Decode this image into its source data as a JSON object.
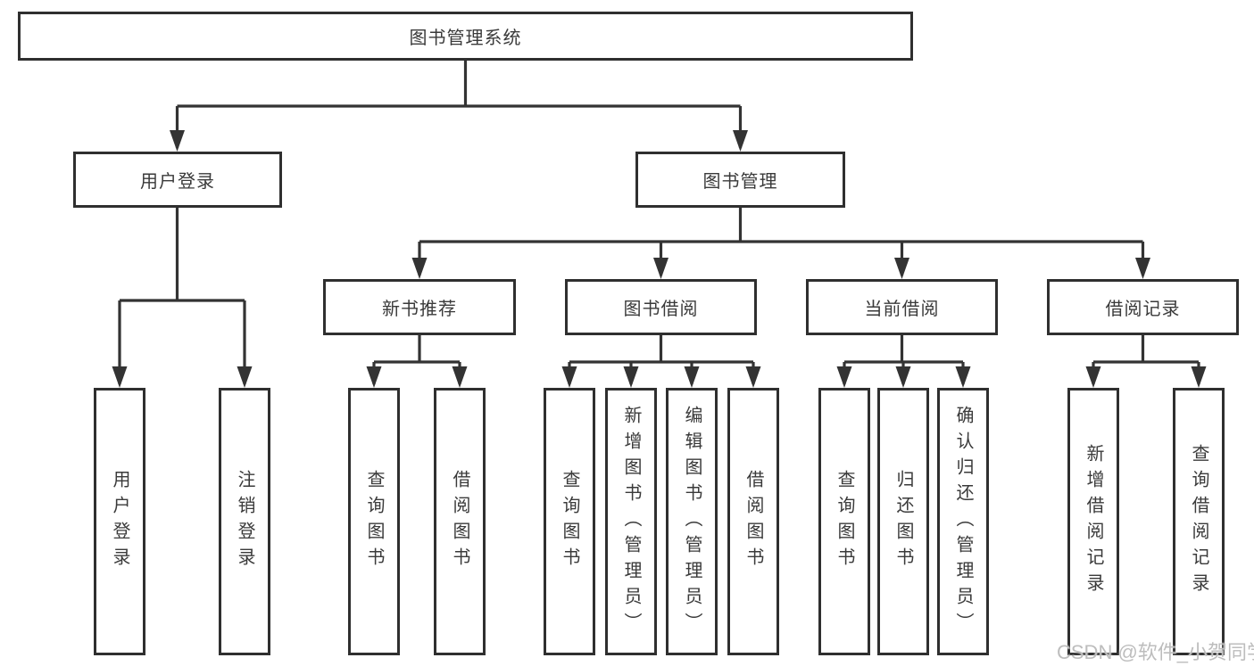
{
  "root": {
    "label": "图书管理系统"
  },
  "branches": [
    {
      "label": "用户登录",
      "children": [
        {
          "label": "用户登录"
        },
        {
          "label": "注销登录"
        }
      ]
    },
    {
      "label": "图书管理",
      "groups": [
        {
          "label": "新书推荐",
          "children": [
            {
              "label": "查询图书"
            },
            {
              "label": "借阅图书"
            }
          ]
        },
        {
          "label": "图书借阅",
          "children": [
            {
              "label": "查询图书"
            },
            {
              "label": "新增图书（管理员）"
            },
            {
              "label": "编辑图书（管理员）"
            },
            {
              "label": "借阅图书"
            }
          ]
        },
        {
          "label": "当前借阅",
          "children": [
            {
              "label": "查询图书"
            },
            {
              "label": "归还图书"
            },
            {
              "label": "确认归还（管理员）"
            }
          ]
        },
        {
          "label": "借阅记录",
          "children": [
            {
              "label": "新增借阅记录"
            },
            {
              "label": "查询借阅记录"
            }
          ]
        }
      ]
    }
  ],
  "watermark": {
    "text": "CSDN @软件_小贺同学"
  },
  "colors": {
    "line": "#333333",
    "box_border": "#2f2f2f",
    "text": "#3a3a3a",
    "watermark": "#bdbdbd",
    "background": "#ffffff"
  }
}
